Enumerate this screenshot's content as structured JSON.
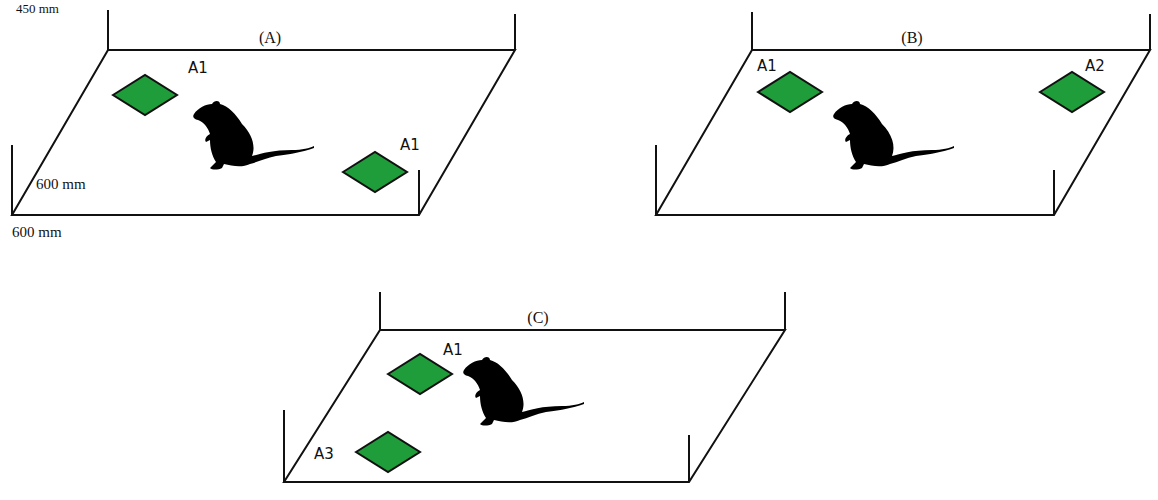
{
  "diagram": {
    "nodes": [
      {
        "text": [
          "(A)"
        ]
      },
      {
        "text": [
          "(B)"
        ]
      },
      {
        "text": [
          "(C)"
        ]
      }
    ],
    "labels": [
      "450 mm",
      "A1",
      "A1",
      "600 mm",
      "600 mm",
      "A1",
      "A2",
      "A1",
      "A3"
    ]
  }
}
